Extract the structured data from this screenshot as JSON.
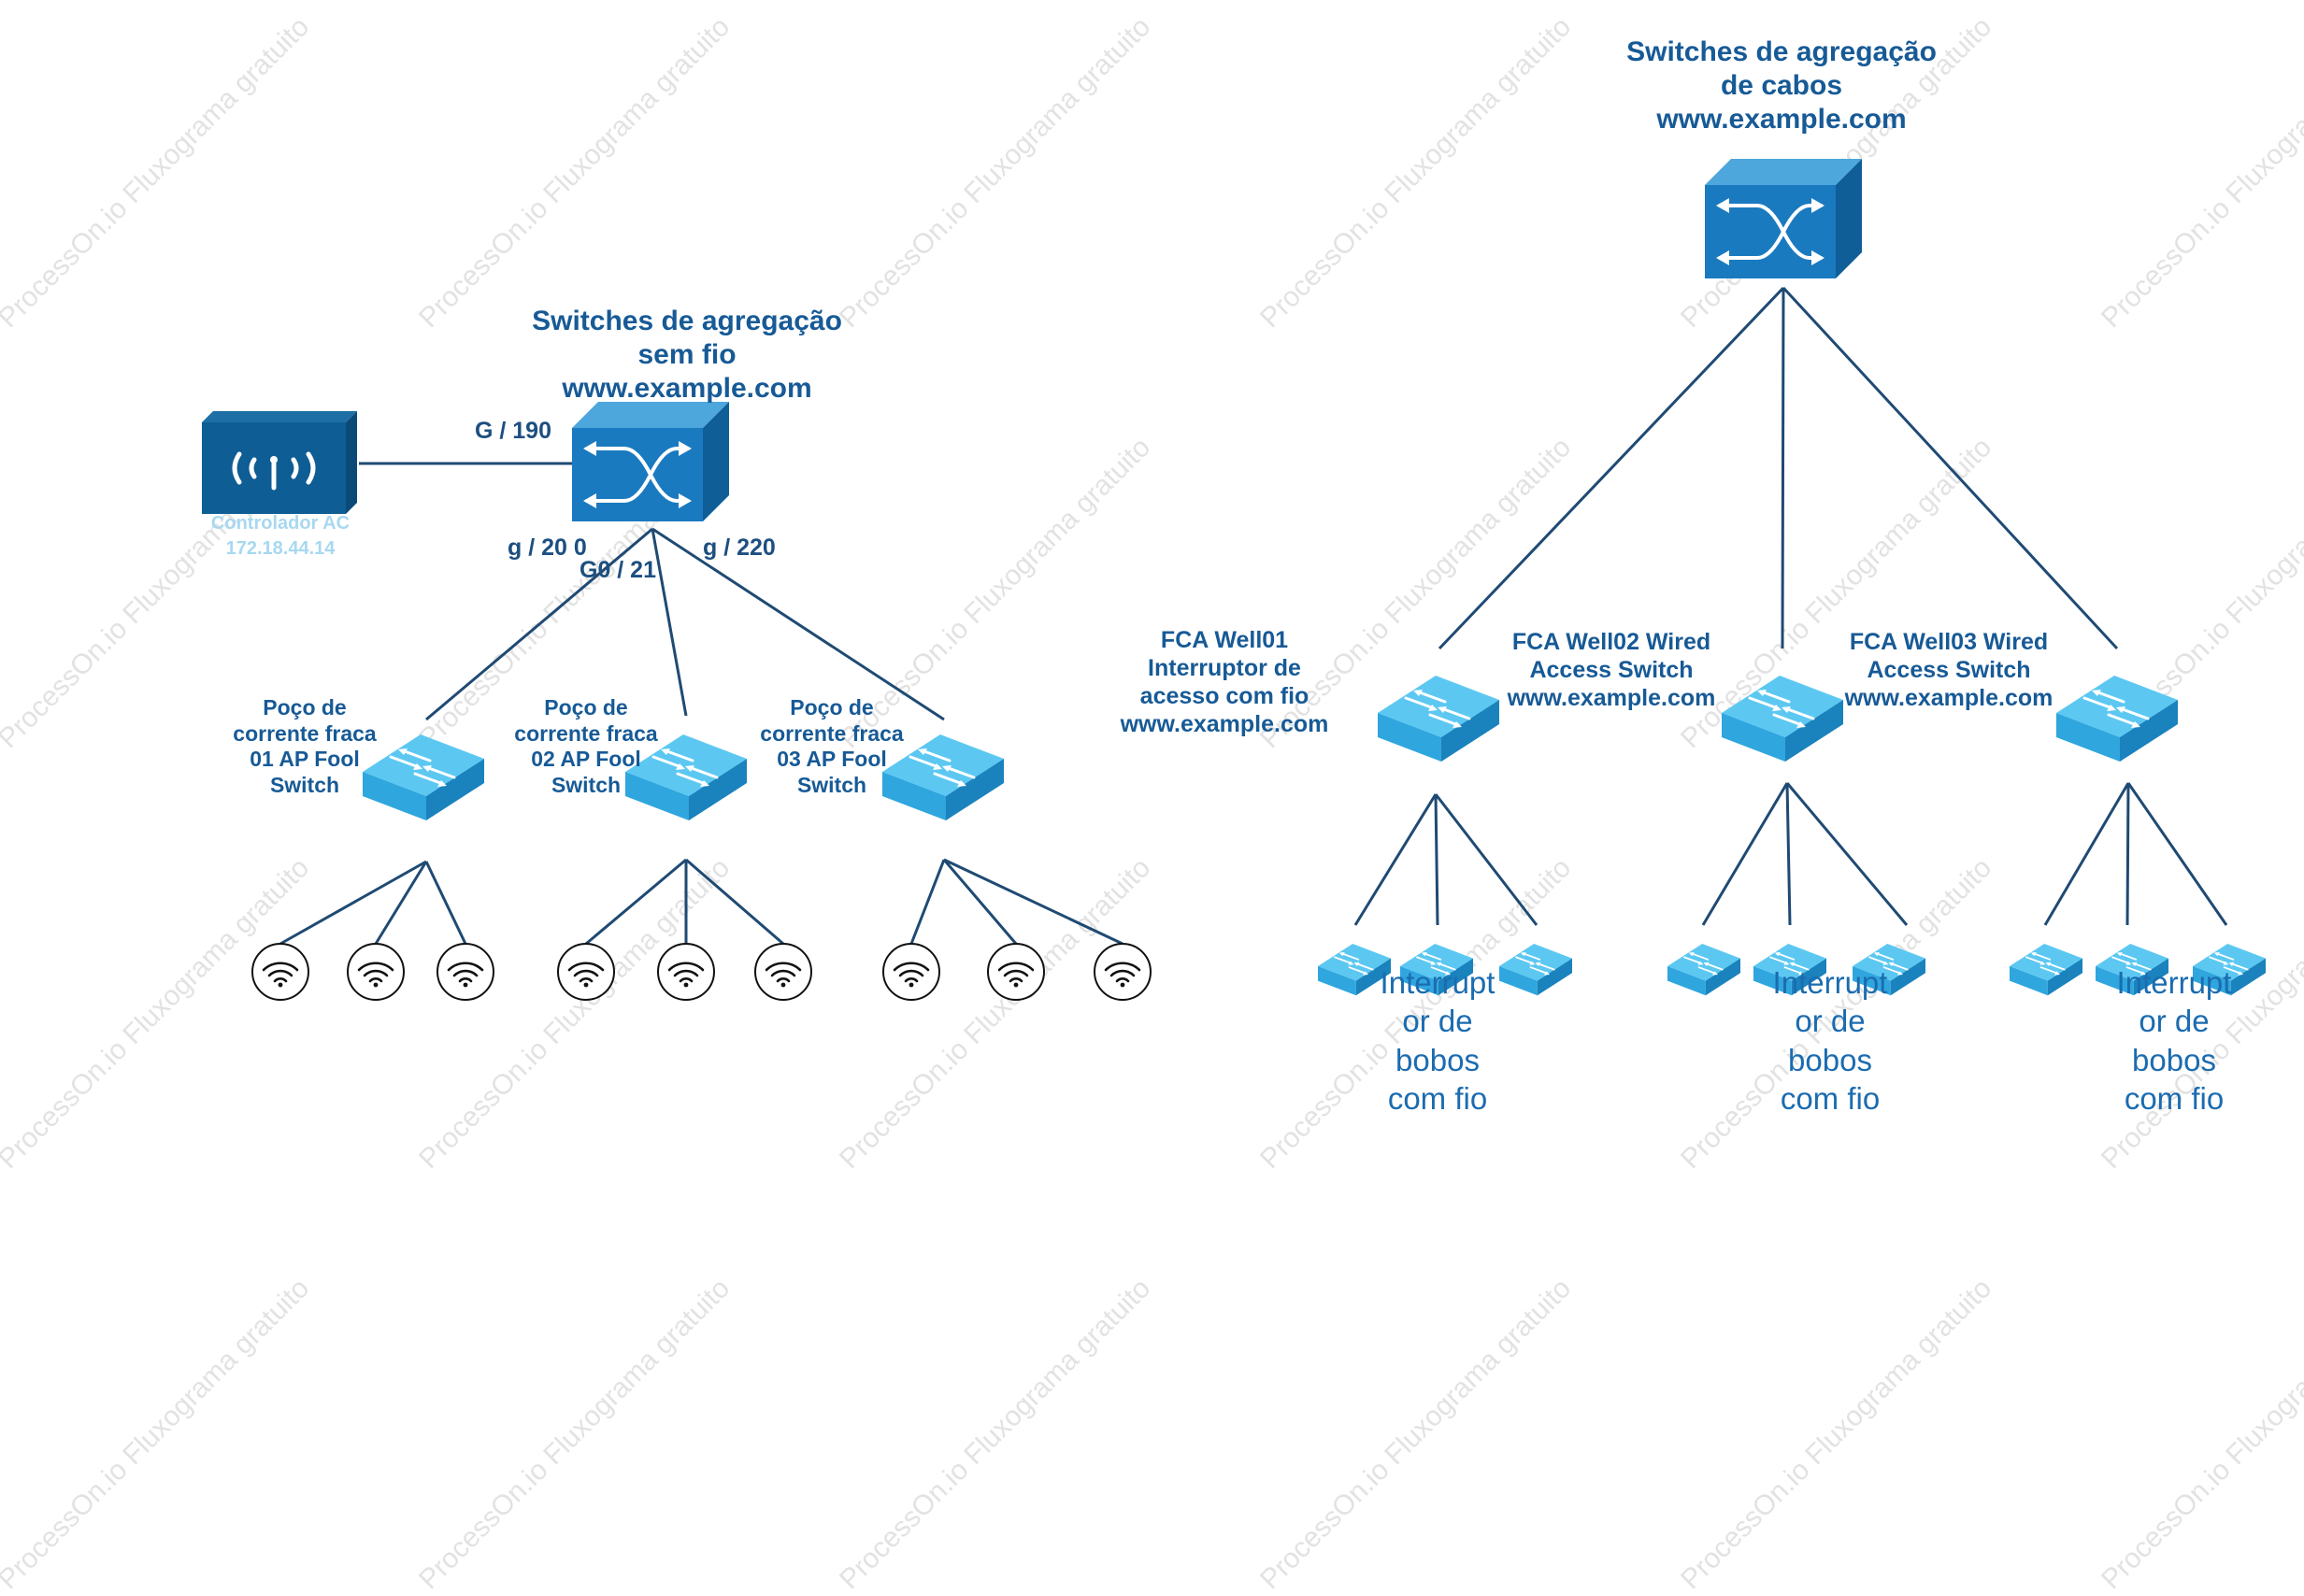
{
  "watermark": "ProcessOn.io Fluxograma gratuito",
  "colors": {
    "line": "#1f4a73",
    "core_switch_front": "#1a7ac0",
    "core_switch_top": "#4da6dc",
    "core_switch_side": "#0f5e98",
    "access_switch_top": "#5cc8f2",
    "access_switch_front": "#2fa6de",
    "access_switch_side": "#1a82bd",
    "label": "#175a96"
  },
  "wireless": {
    "title": "Switches de agregação\nsem fio\nwww.example.com",
    "controller": {
      "name": "Controlador AC",
      "ip": "172.18.44.14",
      "icon": "wireless-controller-icon"
    },
    "ports": {
      "uplink": "G / 190",
      "left": "g / 20 0",
      "middle": "G0 / 21",
      "right": "g / 220"
    },
    "pool_switches": [
      {
        "label": "Poço de\ncorrente fraca\n01 AP Fool\nSwitch",
        "ap_count": 3
      },
      {
        "label": "Poço de\ncorrente fraca\n02 AP Fool\nSwitch",
        "ap_count": 3
      },
      {
        "label": "Poço de\ncorrente fraca\n03 AP Fool\nSwitch",
        "ap_count": 3
      }
    ],
    "ap_icon": "wifi-access-point-icon"
  },
  "wired": {
    "title": "Switches de agregação\nde cabos\nwww.example.com",
    "access_switches": [
      {
        "label": "FCA Well01\nInterruptor de\nacesso com fio\nwww.example.com",
        "leaf_label": "Interrupt\nor de\nbobos\ncom fio"
      },
      {
        "label": "FCA Well02 Wired\nAccess Switch\nwww.example.com",
        "leaf_label": "Interrupt\nor de\nbobos\ncom fio"
      },
      {
        "label": "FCA Well03 Wired\nAccess Switch\nwww.example.com",
        "leaf_label": "Interrupt\nor de\nbobos\ncom fio"
      }
    ],
    "leaf_switches_per_group": 3
  }
}
